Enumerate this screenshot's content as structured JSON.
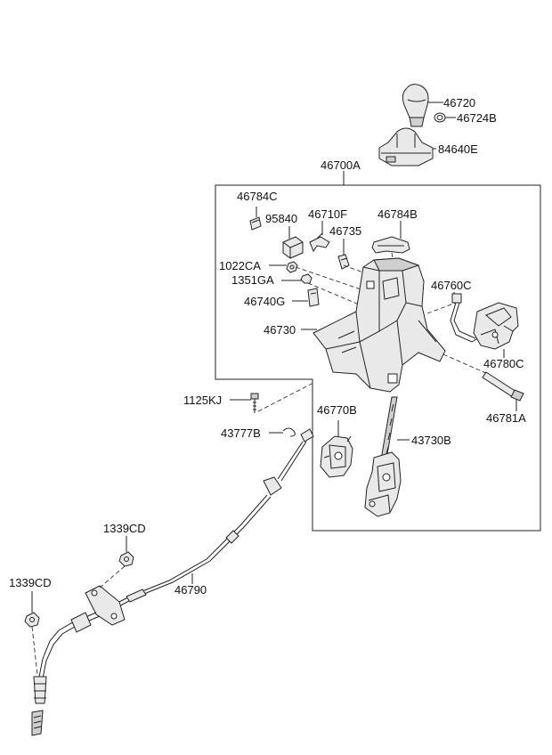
{
  "diagram": {
    "labels": {
      "p46720": "46720",
      "p46724B": "46724B",
      "p84640E": "84640E",
      "p46700A": "46700A",
      "p46784C": "46784C",
      "p46710F": "46710F",
      "p95840": "95840",
      "p46784B": "46784B",
      "p46735": "46735",
      "p1022CA": "1022CA",
      "p1351GA": "1351GA",
      "p46760C": "46760C",
      "p46740G": "46740G",
      "p46730": "46730",
      "p46780C": "46780C",
      "p1125KJ": "1125KJ",
      "p46781A": "46781A",
      "p46770B": "46770B",
      "p43777B": "43777B",
      "p43730B": "43730B",
      "p1339CD_a": "1339CD",
      "p46790": "46790",
      "p1339CD_b": "1339CD"
    }
  }
}
